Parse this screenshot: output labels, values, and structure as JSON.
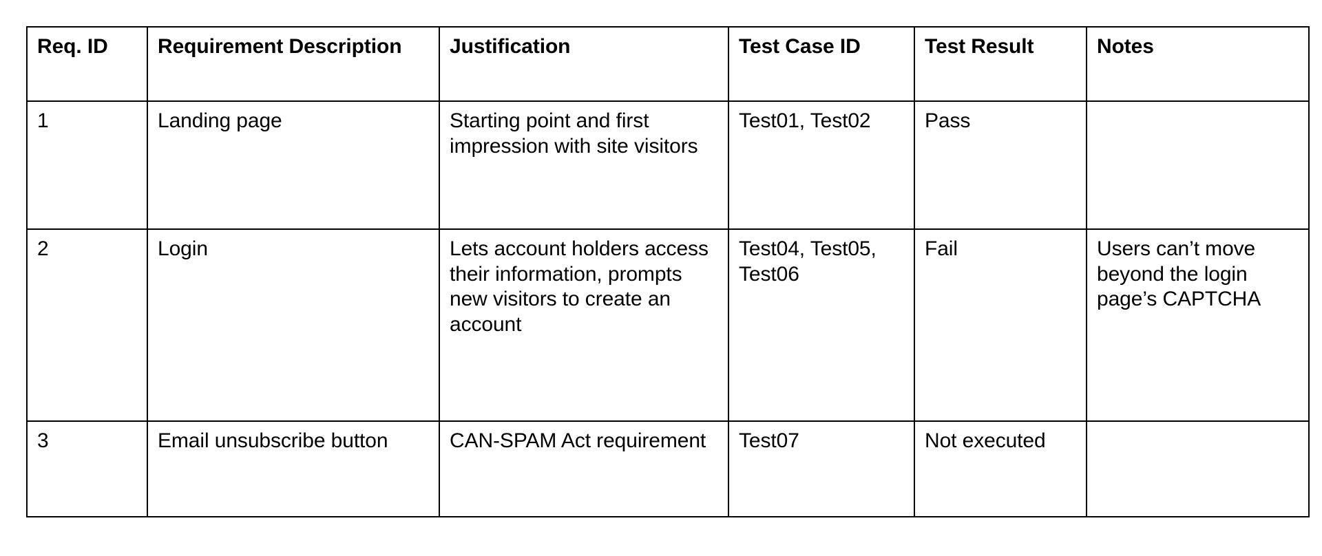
{
  "document": {
    "kind": "requirements-traceability-matrix",
    "background_color": "#ffffff",
    "text_color": "#000000",
    "border_color": "#000000"
  },
  "table": {
    "columns": [
      {
        "key": "req_id",
        "label": "Req. ID"
      },
      {
        "key": "requirement_description",
        "label": "Requirement Description"
      },
      {
        "key": "justification",
        "label": "Justification"
      },
      {
        "key": "test_case_id",
        "label": "Test Case ID"
      },
      {
        "key": "test_result",
        "label": "Test Result"
      },
      {
        "key": "notes",
        "label": "Notes"
      }
    ],
    "rows": [
      {
        "req_id": "1",
        "requirement_description": "Landing page",
        "justification": "Starting point and first impression with site visitors",
        "test_case_id": "Test01, Test02",
        "test_result": "Pass",
        "notes": ""
      },
      {
        "req_id": "2",
        "requirement_description": "Login",
        "justification": "Lets account holders access their information, prompts new visitors to create an account",
        "test_case_id": "Test04, Test05, Test06",
        "test_result": "Fail",
        "notes": "Users can’t move beyond the login page’s CAPTCHA"
      },
      {
        "req_id": "3",
        "requirement_description": "Email unsubscribe button",
        "justification": "CAN-SPAM Act requirement",
        "test_case_id": "Test07",
        "test_result": "Not executed",
        "notes": ""
      }
    ]
  }
}
